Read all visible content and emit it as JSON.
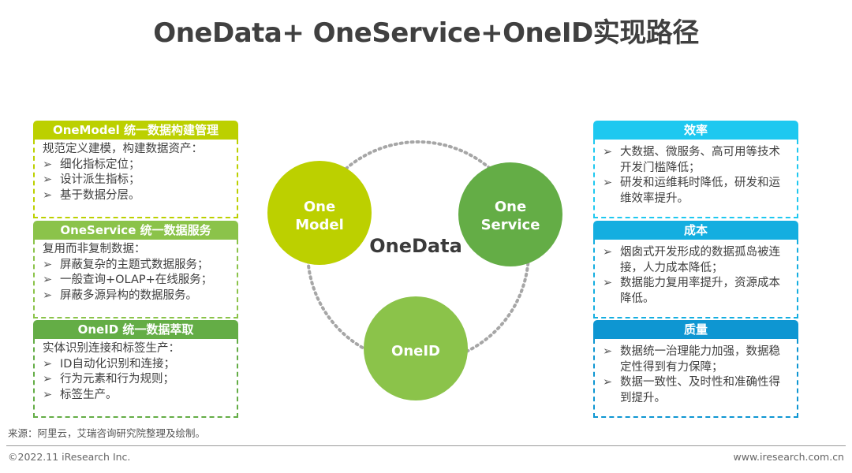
{
  "title": "OneData+ OneService+OneID实现路径",
  "colors": {
    "model_green": "#bcd000",
    "service_green": "#64ad46",
    "oneid_green": "#8bc34a",
    "efficiency_blue": "#1ec8f0",
    "cost_blue": "#14aee0",
    "quality_blue": "#0e96d2",
    "dotted_ring": "#a6a6a6"
  },
  "left_cards": [
    {
      "header": "OneModel 统一数据构建管理",
      "intro": "规范定义建模，构建数据资产：",
      "items": [
        "细化指标定位；",
        "设计派生指标；",
        "基于数据分层。"
      ]
    },
    {
      "header": "OneService 统一数据服务",
      "intro": "复用而非复制数据：",
      "items": [
        "屏蔽复杂的主题式数据服务；",
        "一般查询+OLAP+在线服务；",
        "屏蔽多源异构的数据服务。"
      ]
    },
    {
      "header": "OneID 统一数据萃取",
      "intro": "实体识别连接和标签生产：",
      "items": [
        "ID自动化识别和连接；",
        "行为元素和行为规则；",
        "标签生产。"
      ]
    }
  ],
  "right_cards": [
    {
      "header": "效率",
      "items": [
        "大数据、微服务、高可用等技术开发门槛降低；",
        "研发和运维耗时降低，研发和运维效率提升。"
      ]
    },
    {
      "header": "成本",
      "items": [
        "烟囱式开发形成的数据孤岛被连接，人力成本降低；",
        "数据能力复用率提升，资源成本降低。"
      ]
    },
    {
      "header": "质量",
      "items": [
        "数据统一治理能力加强，数据稳定性得到有力保障；",
        "数据一致性、及时性和准确性得到提升。"
      ]
    }
  ],
  "diagram": {
    "center_label": "OneData",
    "nodes": [
      {
        "line1": "One",
        "line2": "Model"
      },
      {
        "line1": "One",
        "line2": "Service"
      },
      {
        "line1": "OneID",
        "line2": ""
      }
    ]
  },
  "bullet_glyph": "➢",
  "footer": {
    "source": "来源：阿里云，艾瑞咨询研究院整理及绘制。",
    "copyright": "©2022.11 iResearch Inc.",
    "website": "www.iresearch.com.cn"
  }
}
